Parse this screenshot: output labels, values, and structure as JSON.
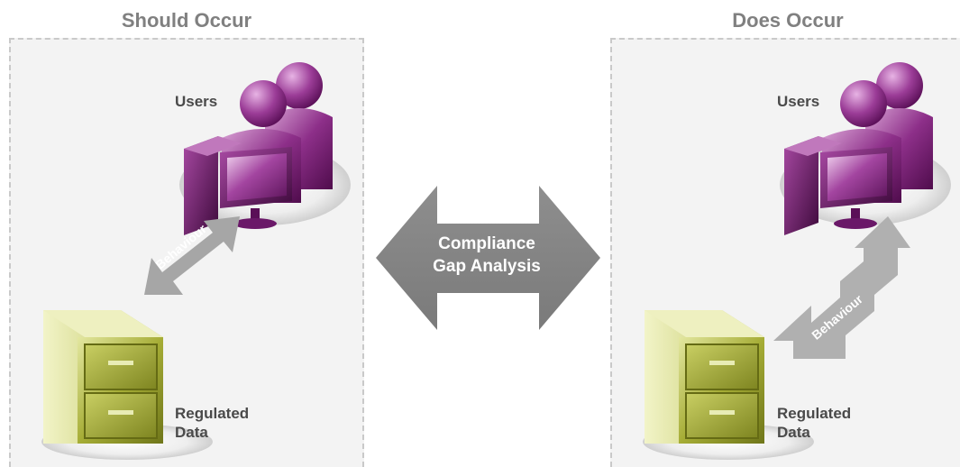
{
  "left_panel": {
    "title": "Should Occur",
    "users_label": "Users",
    "data_label_line1": "Regulated",
    "data_label_line2": "Data",
    "arrow_label": "Behaviour"
  },
  "right_panel": {
    "title": "Does Occur",
    "users_label": "Users",
    "data_label_line1": "Regulated",
    "data_label_line2": "Data",
    "arrow_label": "Behaviour"
  },
  "center": {
    "line1": "Compliance",
    "line2": "Gap Analysis"
  },
  "colors": {
    "purple": "#7a1f7a",
    "olive": "#9aa32a",
    "grey_arrow": "#8a8a8a",
    "light_arrow": "#a8a8a8"
  }
}
